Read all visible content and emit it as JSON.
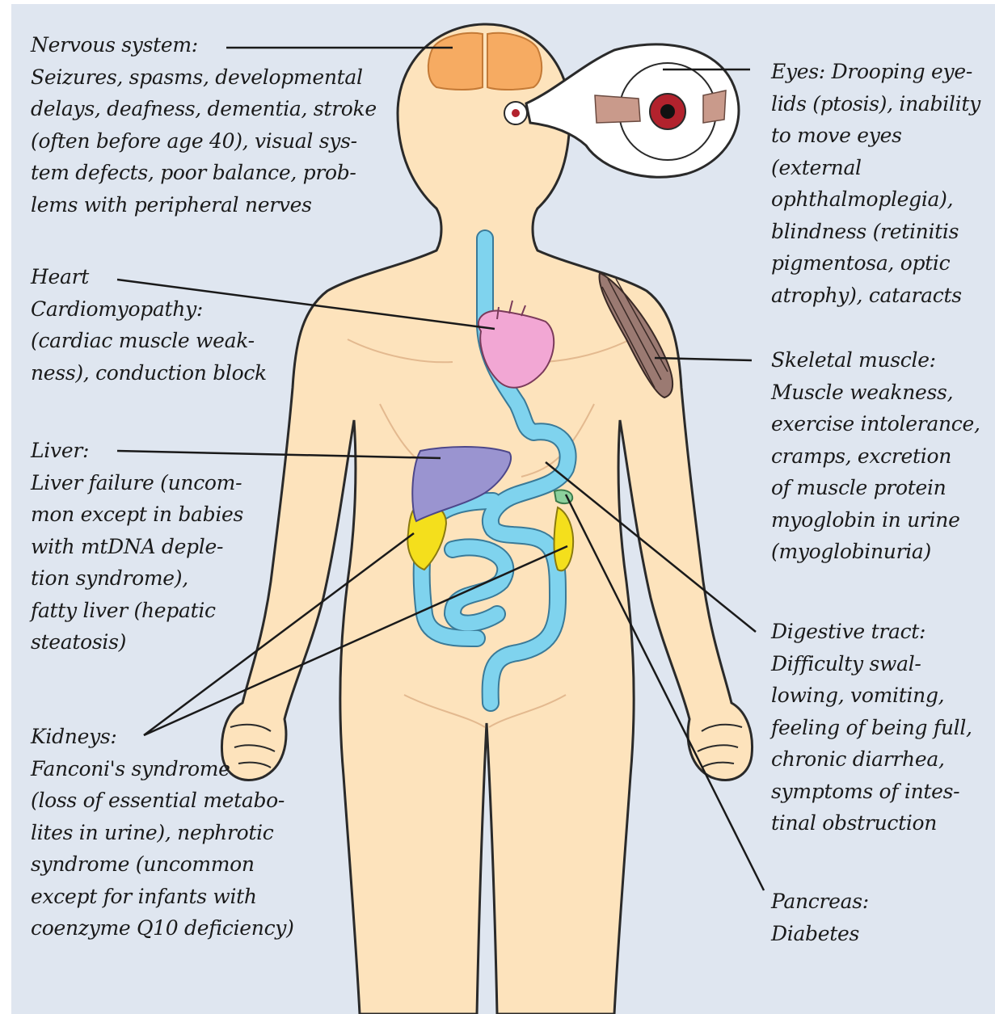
{
  "colors": {
    "background": "#dfe6f0",
    "skin": "#fde3bc",
    "skin_outline": "#2a2a2a",
    "brain": "#f6ab62",
    "heart": "#f2a7d4",
    "liver": "#9a94d0",
    "digestive_tract": "#7fd3ee",
    "kidney": "#f4df1c",
    "pancreas": "#8cd09c",
    "muscle": "#9b7a72"
  },
  "labels": {
    "nervous": {
      "title": "Nervous system:",
      "text": "Seizures, spasms, developmental\ndelays, deafness, dementia, stroke\n(often before age 40), visual sys-\ntem defects, poor balance, prob-\nlems with peripheral nerves"
    },
    "eyes": {
      "title": "Eyes:",
      "text": "Drooping eye-",
      "text_rest": "lids (ptosis), inability\nto move eyes (external\nophthalmoplegia),\nblindness (retinitis\npigmentosa, optic\natrophy), cataracts"
    },
    "heart": {
      "title": "Heart",
      "text": "Cardiomyopathy:\n(cardiac muscle weak-\nness), conduction block"
    },
    "skeletal": {
      "title": "Skeletal muscle:",
      "text": "Muscle weakness,\nexercise intolerance,\ncramps, excretion\nof muscle protein\nmyoglobin in urine\n(myoglobinuria)"
    },
    "liver": {
      "title": "Liver:",
      "text": "Liver failure (uncom-\nmon except in babies\nwith mtDNA deple-\ntion syndrome),\nfatty liver (hepatic\nsteatosis)"
    },
    "digestive": {
      "title": "Digestive tract:",
      "text": "Difficulty swal-\nlowing, vomiting,\nfeeling of being full,\nchronic diarrhea,\nsymptoms of intes-\ntinal obstruction"
    },
    "kidneys": {
      "title": "Kidneys:",
      "text": "Fanconi's syndrome\n(loss of essential metabo-\nlites in urine), nephrotic\nsyndrome (uncommon\nexcept for infants with\ncoenzyme Q10 deficiency)"
    },
    "pancreas": {
      "title": "Pancreas:",
      "text": "Diabetes"
    }
  }
}
